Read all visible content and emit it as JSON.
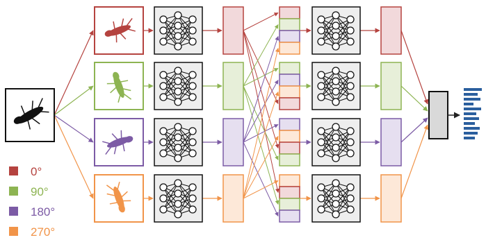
{
  "colors": {
    "red": "#b5433f",
    "green": "#8db452",
    "purple": "#7c5ba5",
    "orange": "#f19449",
    "redFill": "#f2d9db",
    "greenFill": "#e7efd9",
    "purpleFill": "#e6dff0",
    "orangeFill": "#fde8d8",
    "boxFill": "#eeeeee",
    "stroke": "#222222",
    "output": "#2b5f9e"
  },
  "legend": [
    {
      "label": "0°",
      "color": "#b5433f"
    },
    {
      "label": "90°",
      "color": "#8db452"
    },
    {
      "label": "180°",
      "color": "#7c5ba5"
    },
    {
      "label": "270°",
      "color": "#f19449"
    }
  ],
  "icons": {
    "input": "insect-silhouette-icon",
    "network": "neural-network-icon",
    "output": "bar-histogram-icon"
  },
  "output_bars": [
    1.0,
    0.78,
    0.92,
    0.55,
    0.95,
    0.7,
    0.85,
    0.62,
    0.9,
    0.75,
    0.6
  ]
}
